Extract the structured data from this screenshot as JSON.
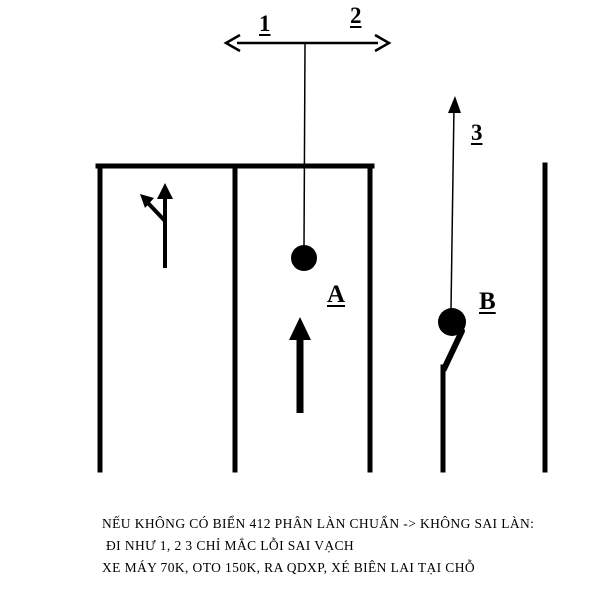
{
  "diagram": {
    "labels": {
      "direction_1": "1",
      "direction_2": "2",
      "direction_3": "3",
      "point_a": "A",
      "point_b": "B"
    },
    "caption": [
      "NẾU KHÔNG CÓ BIỂN 412 PHÂN LÀN CHUẨN -> KHÔNG SAI LÀN:",
      "ĐI NHƯ 1, 2 3 CHỈ MẮC LỖI SAI VẠCH",
      "XE MÁY 70K, OTO 150K, RA QDXP, XÉ BIÊN LAI TẠI CHỖ"
    ],
    "colors": {
      "ink": "#000000",
      "background": "#ffffff"
    }
  }
}
